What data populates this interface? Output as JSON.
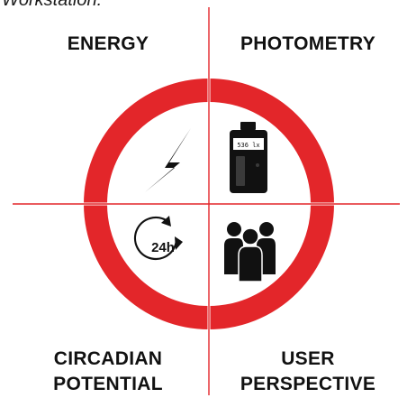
{
  "caption": "Workstation:",
  "quadrants": {
    "top_left": "ENERGY",
    "top_right": "PHOTOMETRY",
    "bottom_left": "CIRCADIAN\nPOTENTIAL",
    "bottom_right": "USER\nPERSPECTIVE"
  },
  "meter": {
    "reading": "536 lx"
  },
  "cycle": {
    "label": "24h"
  },
  "colors": {
    "ring": "#e3262a",
    "axis": "#e3262a",
    "icon": "#111111"
  },
  "icons": [
    "lightning-bolt-icon",
    "light-meter-icon",
    "cycle-24h-icon",
    "people-group-icon"
  ]
}
